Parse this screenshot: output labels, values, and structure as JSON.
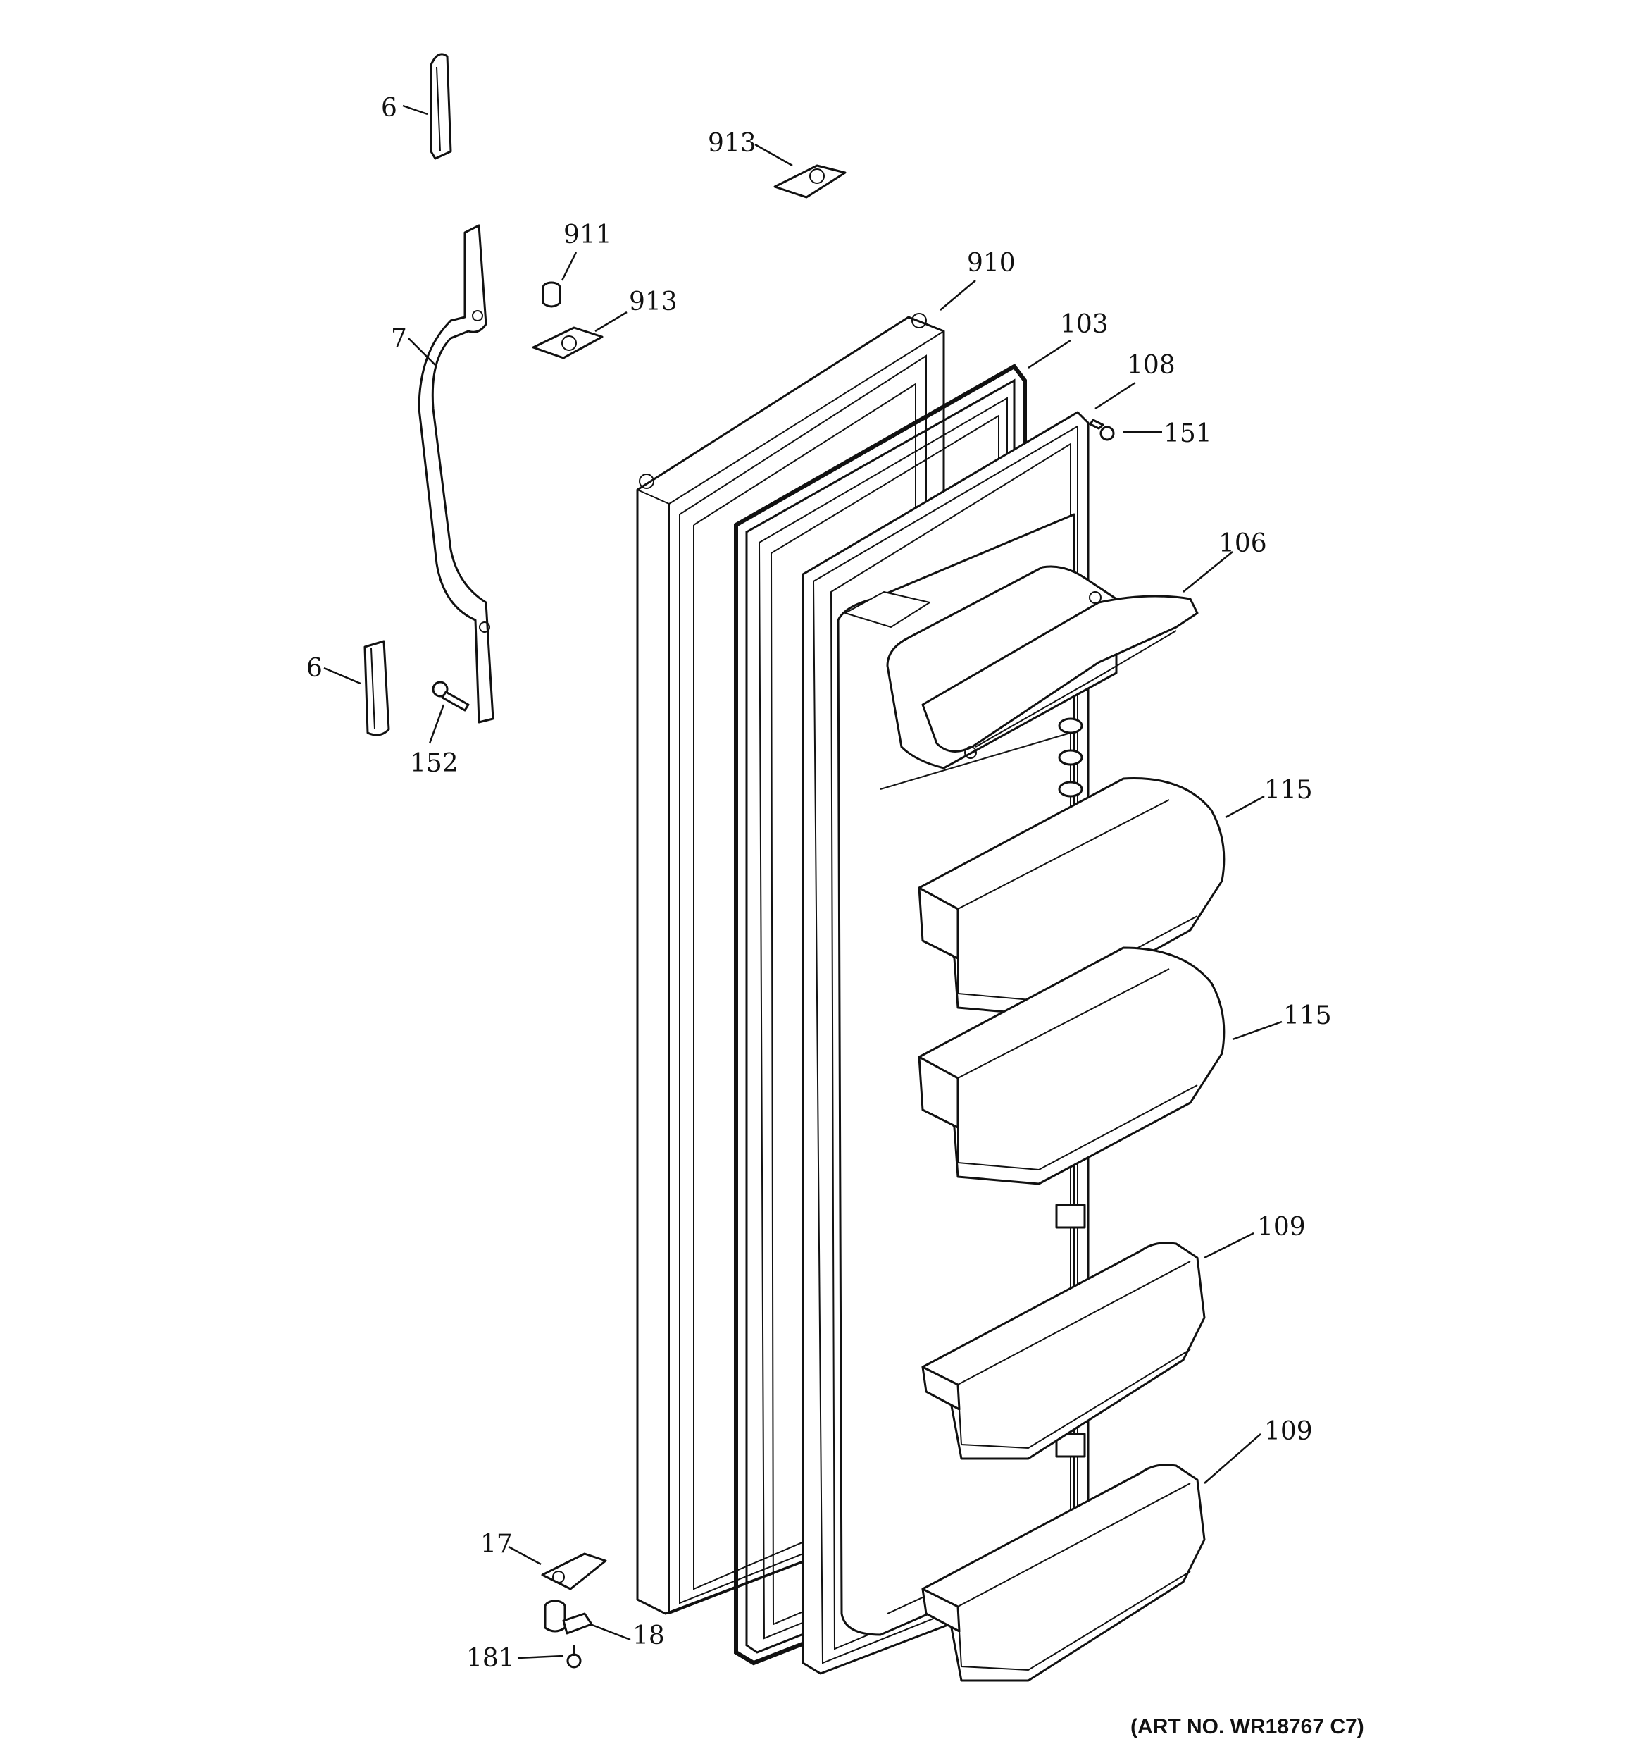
{
  "callouts": [
    {
      "id": "c6a",
      "text": "6"
    },
    {
      "id": "c913a",
      "text": "913"
    },
    {
      "id": "c911",
      "text": "911"
    },
    {
      "id": "c913b",
      "text": "913"
    },
    {
      "id": "c910",
      "text": "910"
    },
    {
      "id": "c7",
      "text": "7"
    },
    {
      "id": "c103",
      "text": "103"
    },
    {
      "id": "c108",
      "text": "108"
    },
    {
      "id": "c151",
      "text": "151"
    },
    {
      "id": "c106",
      "text": "106"
    },
    {
      "id": "c6b",
      "text": "6"
    },
    {
      "id": "c152",
      "text": "152"
    },
    {
      "id": "c115a",
      "text": "115"
    },
    {
      "id": "c115b",
      "text": "115"
    },
    {
      "id": "c109a",
      "text": "109"
    },
    {
      "id": "c109b",
      "text": "109"
    },
    {
      "id": "c17",
      "text": "17"
    },
    {
      "id": "c18",
      "text": "18"
    },
    {
      "id": "c181",
      "text": "181"
    }
  ],
  "art_number": "(ART NO. WR18767 C7)"
}
